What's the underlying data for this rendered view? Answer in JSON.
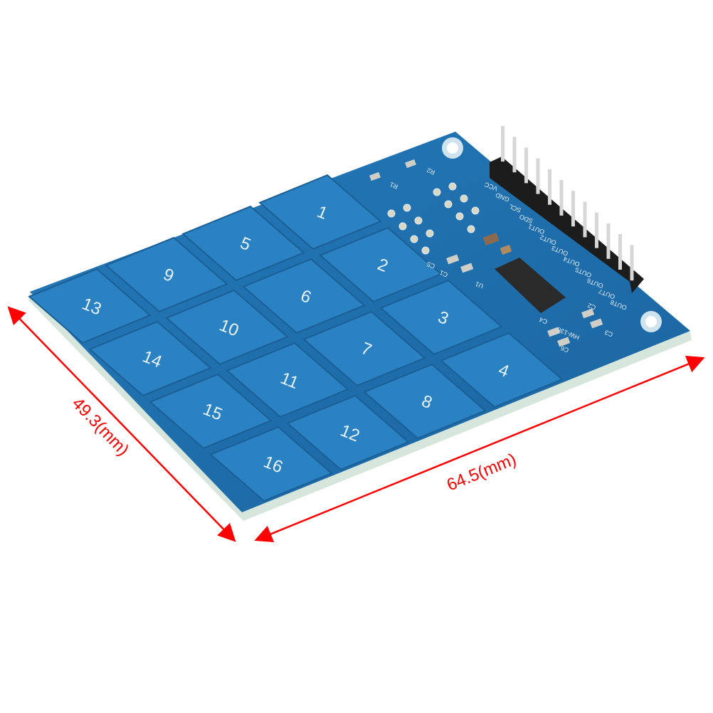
{
  "product": {
    "keys": [
      "1",
      "2",
      "3",
      "4",
      "5",
      "6",
      "7",
      "8",
      "9",
      "10",
      "11",
      "12",
      "13",
      "14",
      "15",
      "16"
    ],
    "pin_labels": [
      "VCC",
      "GND",
      "SCL",
      "SDO",
      "OUT1",
      "OUT2",
      "OUT3",
      "OUT4",
      "OUT5",
      "OUT6",
      "OUT7",
      "OUT8"
    ],
    "component_labels": [
      "C1",
      "C2",
      "C3",
      "C4",
      "C5",
      "C6",
      "U1",
      "R1",
      "R2",
      "HW-136"
    ],
    "board_color": "#1f6fae",
    "edge_color": "#cfe0d8"
  },
  "dimensions": {
    "width_label": "49.3(mm)",
    "length_label": "64.5(mm)",
    "arrow_color": "#ff0000"
  }
}
